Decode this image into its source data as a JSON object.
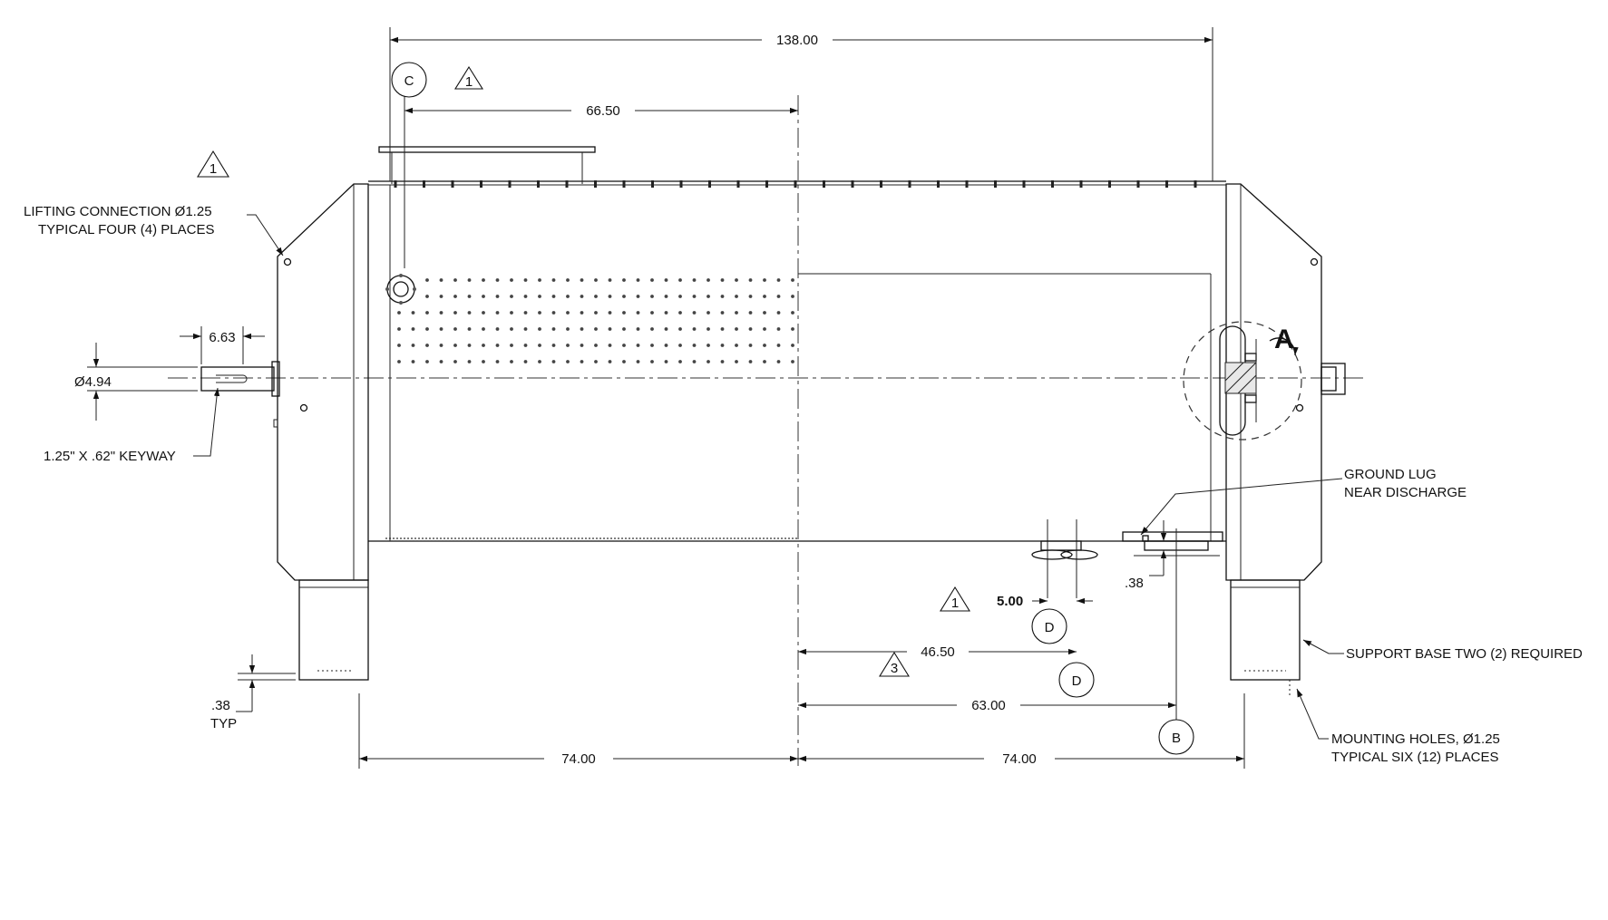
{
  "dimensions": {
    "overall_length": "138.00",
    "inlet_offset": "66.50",
    "shaft_length": "6.63",
    "shaft_diameter": "Ø4.94",
    "foot_thickness": ".38",
    "foot_thickness_typ": "TYP",
    "outlet_offset": "5.00",
    "to_outlet_d": "46.50",
    "to_lug_b": "63.00",
    "half_length_left": "74.00",
    "half_length_right": "74.00",
    "lug_height": ".38"
  },
  "notes": {
    "lifting_line1": "LIFTING CONNECTION Ø1.25",
    "lifting_line2": "TYPICAL FOUR (4) PLACES",
    "keyway": "1.25\" X .62\" KEYWAY",
    "ground_lug_line1": "GROUND LUG",
    "ground_lug_line2": "NEAR DISCHARGE",
    "support_base": "SUPPORT BASE TWO (2) REQUIRED",
    "mounting_line1": "MOUNTING HOLES, Ø1.25",
    "mounting_line2": "TYPICAL SIX (12) PLACES"
  },
  "callouts": {
    "rev_1": "1",
    "rev_3": "3",
    "bubble_c": "C",
    "bubble_d": "D",
    "bubble_b": "B",
    "detail_a": "A"
  }
}
